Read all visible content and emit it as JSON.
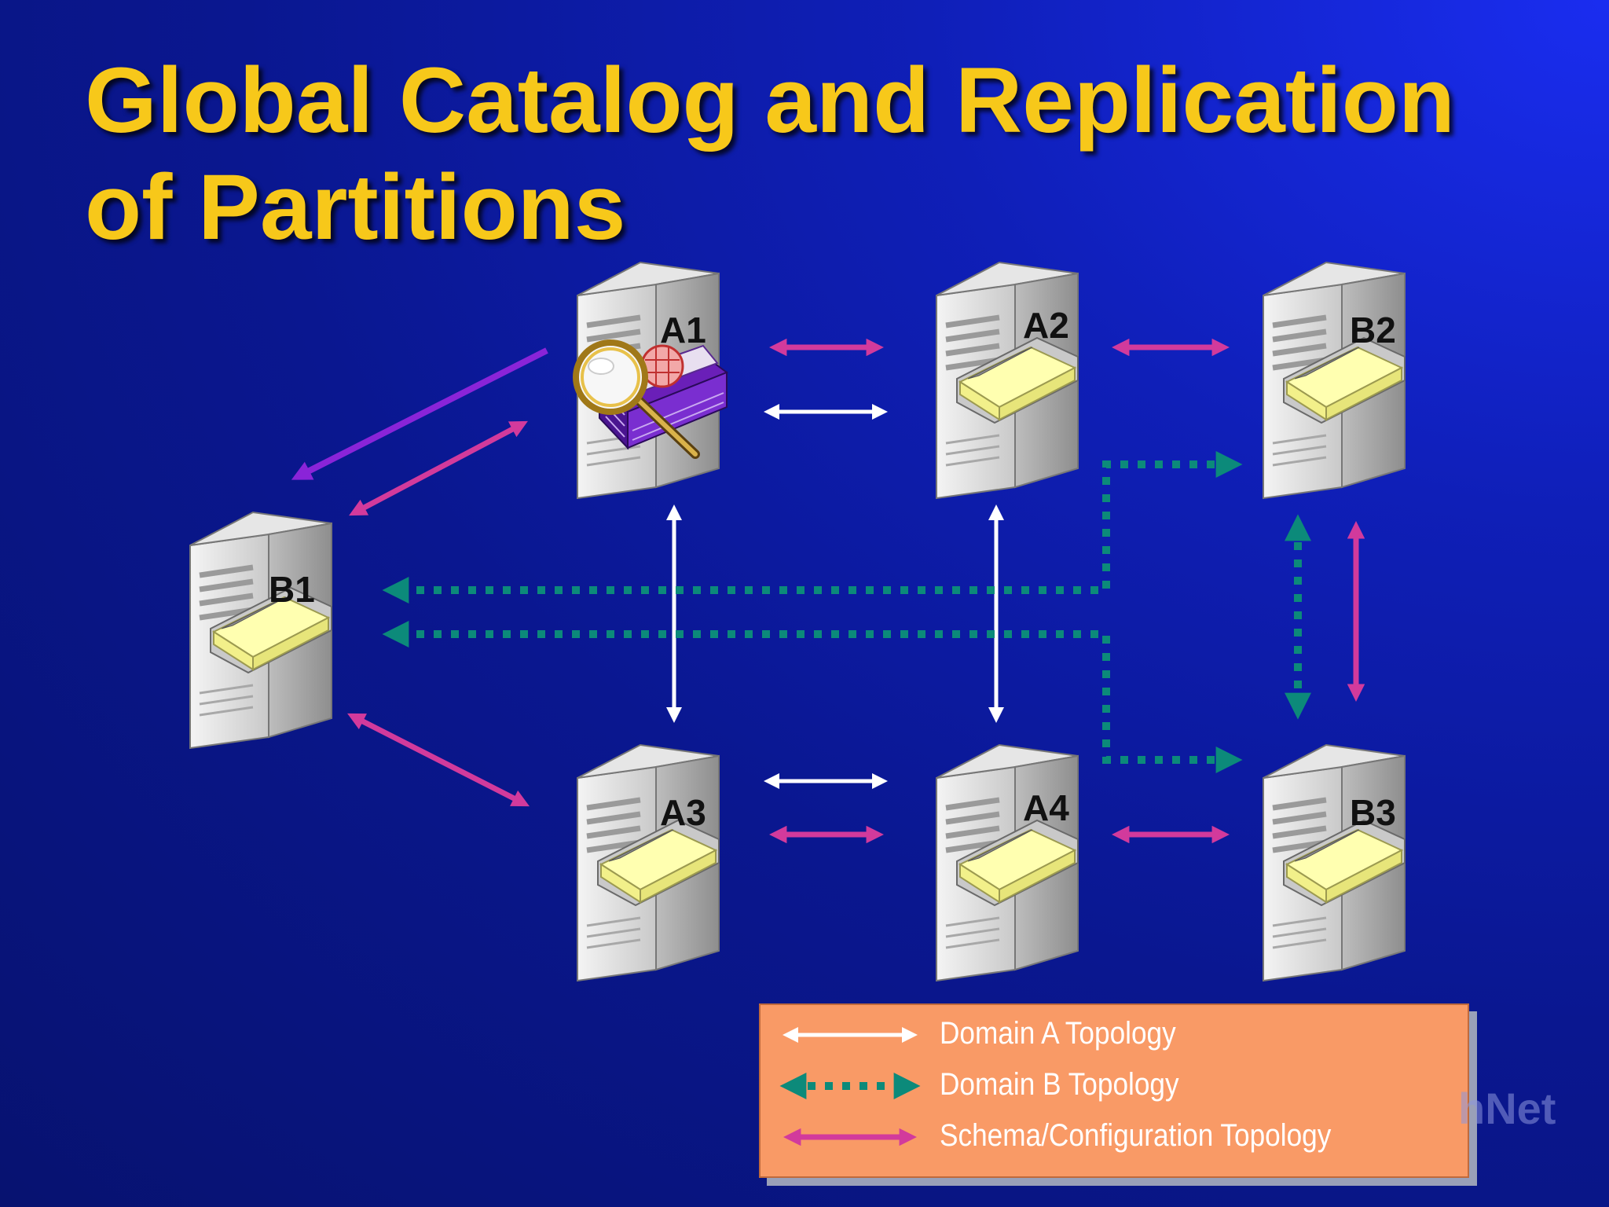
{
  "slide": {
    "title_line1": "Global Catalog and Replication",
    "title_line2": "of Partitions",
    "watermark": "hNet"
  },
  "servers": [
    {
      "id": "A1",
      "label": "A1",
      "role": "global catalog"
    },
    {
      "id": "A2",
      "label": "A2"
    },
    {
      "id": "B2",
      "label": "B2"
    },
    {
      "id": "B1",
      "label": "B1"
    },
    {
      "id": "A3",
      "label": "A3"
    },
    {
      "id": "A4",
      "label": "A4"
    },
    {
      "id": "B3",
      "label": "B3"
    }
  ],
  "legend": {
    "domain_a": "Domain A Topology",
    "domain_b": "Domain B Topology",
    "schema": "Schema/Configuration Topology"
  },
  "colors": {
    "title": "#f7c81a",
    "domain_a": "#ffffff",
    "domain_b": "#0c8a7a",
    "schema": "#d23a9c",
    "gc_arrow": "#8a24d8",
    "legend_bg": "#f99a66"
  }
}
